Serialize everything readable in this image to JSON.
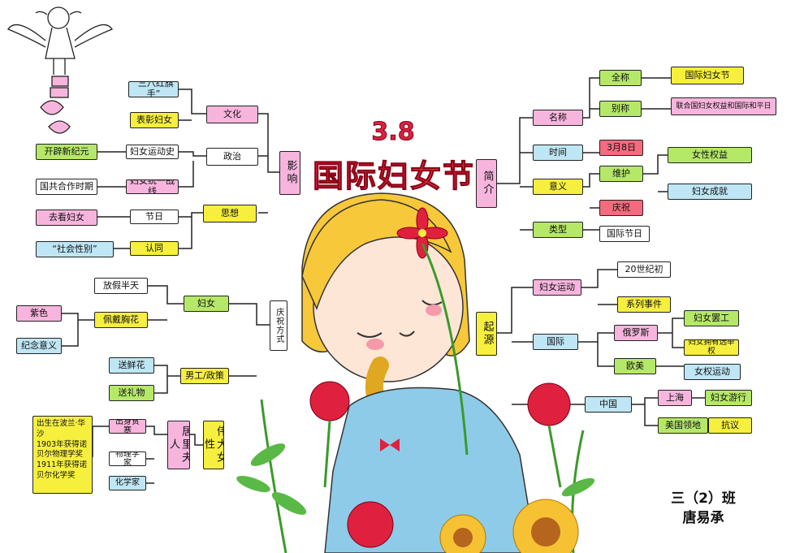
{
  "title": {
    "number": "3.8",
    "main": "国际妇女节"
  },
  "credits": {
    "class_name": "三（2）班",
    "author": "唐易承"
  },
  "center_left": "影响",
  "center_right": "简介",
  "qingzhu": "庆祝方式",
  "qiyuan": "起源",
  "left_branches": {
    "wenhua": {
      "label": "文化",
      "children": [
        "“三八红旗手”",
        "表彰妇女"
      ]
    },
    "zhengzhi": {
      "label": "政治",
      "children": [
        "妇女运动史",
        "妇女统一战线"
      ],
      "leaves": [
        "开辟新纪元",
        "国共合作时期"
      ]
    },
    "sixiang": {
      "label": "思想",
      "children": [
        "节日",
        "认同"
      ],
      "leaves": [
        "去看妇女",
        "“社会性别”"
      ]
    }
  },
  "right_branches": {
    "mingcheng": {
      "label": "名称",
      "children": [
        "全称",
        "别称"
      ],
      "leaves": [
        "国际妇女节",
        "联合国妇女权益和国际和平日"
      ]
    },
    "shijian": {
      "label": "时间",
      "value": "3月8日"
    },
    "yiyi": {
      "label": "意义",
      "children": [
        "维护",
        "庆祝"
      ],
      "leaves": [
        "女性权益",
        "妇女成就"
      ]
    },
    "leixing": {
      "label": "类型",
      "value": "国际节日"
    }
  },
  "celebration": {
    "funv": {
      "label": "妇女",
      "children": [
        "放假半天",
        "佩戴胸花"
      ],
      "leaves": [
        "紫色",
        "纪念意义"
      ]
    },
    "nangong": {
      "label": "男工/政策",
      "children": [
        "送鲜花",
        "送礼物"
      ]
    }
  },
  "origin": {
    "funvyundong": {
      "label": "妇女运动",
      "children": [
        "20世纪初",
        "系列事件"
      ]
    },
    "guoji": {
      "label": "国际",
      "children": [
        "俄罗斯",
        "欧美"
      ],
      "leaves": [
        "妇女罢工",
        "妇女拥有选举权",
        "女权运动"
      ]
    },
    "zhongguo": {
      "label": "中国",
      "children": [
        "上海",
        "美国领地"
      ],
      "leaves": [
        "妇女游行",
        "抗议"
      ]
    }
  },
  "weiren": {
    "label": "伟大女性",
    "person": "居里夫人",
    "roles": [
      "出身贫寒",
      "物理学家",
      "化学家"
    ],
    "bio": [
      "出生在波兰·华沙",
      "1903年获得诺贝尔物理学奖",
      "1911年获得诺贝尔化学奖"
    ]
  },
  "colors": {
    "pink": "#f7b5dd",
    "yellow": "#f6ef3e",
    "green": "#b6e868",
    "blue": "#bfe6f5",
    "red": "#f56a7e",
    "white": "#ffffff",
    "title": "#f2334f",
    "hair": "#f7c83a",
    "dress": "#8ecbe8"
  },
  "icons": [
    "angel-doodle",
    "girl-illustration",
    "carnation-flowers",
    "sunflowers",
    "leaf-stems"
  ]
}
